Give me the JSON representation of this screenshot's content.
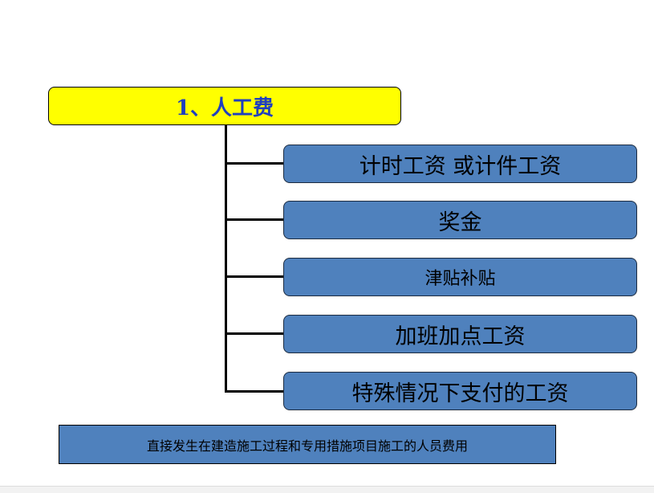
{
  "root": {
    "label": "1、人工费"
  },
  "children": [
    {
      "label": "计时工资 或计件工资"
    },
    {
      "label": "奖金"
    },
    {
      "label": "津贴补贴"
    },
    {
      "label": "加班加点工资"
    },
    {
      "label": "特殊情况下支付的工资"
    }
  ],
  "note": {
    "text": "直接发生在建造施工过程和专用措施项目施工的人员费用"
  },
  "colors": {
    "root_fill": "#ffff00",
    "root_text": "#1f3fbf",
    "child_fill": "#4f81bd"
  }
}
